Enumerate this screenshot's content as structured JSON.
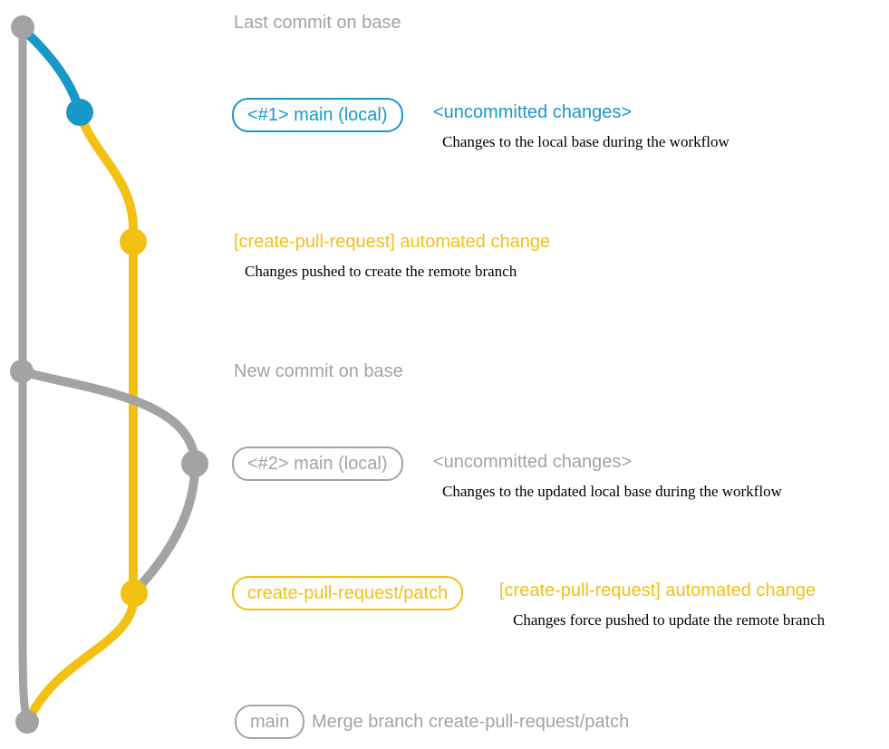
{
  "colors": {
    "gray": "#a3a3a3",
    "blue": "#1898c9",
    "yellow": "#f2c113",
    "black": "#000000"
  },
  "sections": {
    "top": {
      "heading": "Last commit on base"
    },
    "branch1": {
      "badge": "<#1> main (local)",
      "status": "<uncommitted changes>",
      "description": "Changes to the local base during the workflow"
    },
    "push1": {
      "heading": "[create-pull-request] automated change",
      "description": "Changes pushed to create the remote branch"
    },
    "base2": {
      "heading": "New commit on base"
    },
    "branch2": {
      "badge": "<#2> main (local)",
      "status": "<uncommitted changes>",
      "description": "Changes to the updated local base during the workflow"
    },
    "push2": {
      "badge": "create-pull-request/patch",
      "heading": "[create-pull-request] automated change",
      "description": "Changes force pushed to update the remote branch"
    },
    "merge": {
      "badge": "main",
      "text": "Merge branch create-pull-request/patch"
    }
  }
}
